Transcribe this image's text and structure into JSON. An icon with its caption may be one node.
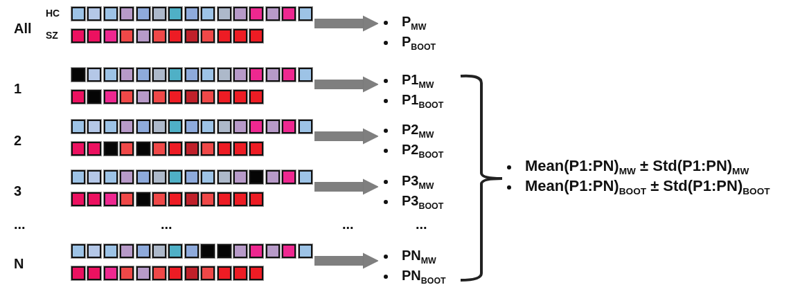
{
  "diagram": {
    "nodes": [
      {
        "text": [
          "HC",
          "SZ"
        ]
      },
      {
        "text": [
          "P$_{MW}$",
          "P$_{BOOT}$"
        ]
      },
      {
        "text": [],
        "shape": "box"
      },
      {
        "text": [
          "P1$_{MW}$",
          "P1$_{BOOT}$"
        ]
      },
      {
        "text": [],
        "shape": "box"
      },
      {
        "text": [
          "P2$_{MW}$",
          "P2$_{BOOT}$"
        ]
      },
      {
        "text": [],
        "shape": "box"
      },
      {
        "text": [
          "P3$_{MW}$",
          "P3$_{BOOT}$"
        ]
      },
      {
        "text": [],
        "shape": "box"
      },
      {
        "text": [
          "PN$_{MW}$",
          "PN$_{BOOT}$"
        ]
      },
      {
        "text": [
          "Mean(P1:PN)$_{MW}$ ± Std(P1:PN)$_{MW}$",
          "Mean(P1:PN)$_{BOOT}$ ± Std(P1:PN)$_{BOOT}$"
        ]
      }
    ],
    "edges": [
      {
        "from": 0,
        "to": 1,
        "arrow": "to"
      },
      {
        "from": 2,
        "to": 3,
        "arrow": "to"
      },
      {
        "from": 4,
        "to": 5,
        "arrow": "to"
      },
      {
        "from": 6,
        "to": 7,
        "arrow": "to"
      },
      {
        "from": 8,
        "to": 9,
        "arrow": "to"
      }
    ],
    "labels": [
      "All",
      "1",
      "2",
      "3",
      "...",
      "...",
      "...",
      "...",
      "N"
    ]
  }
}
